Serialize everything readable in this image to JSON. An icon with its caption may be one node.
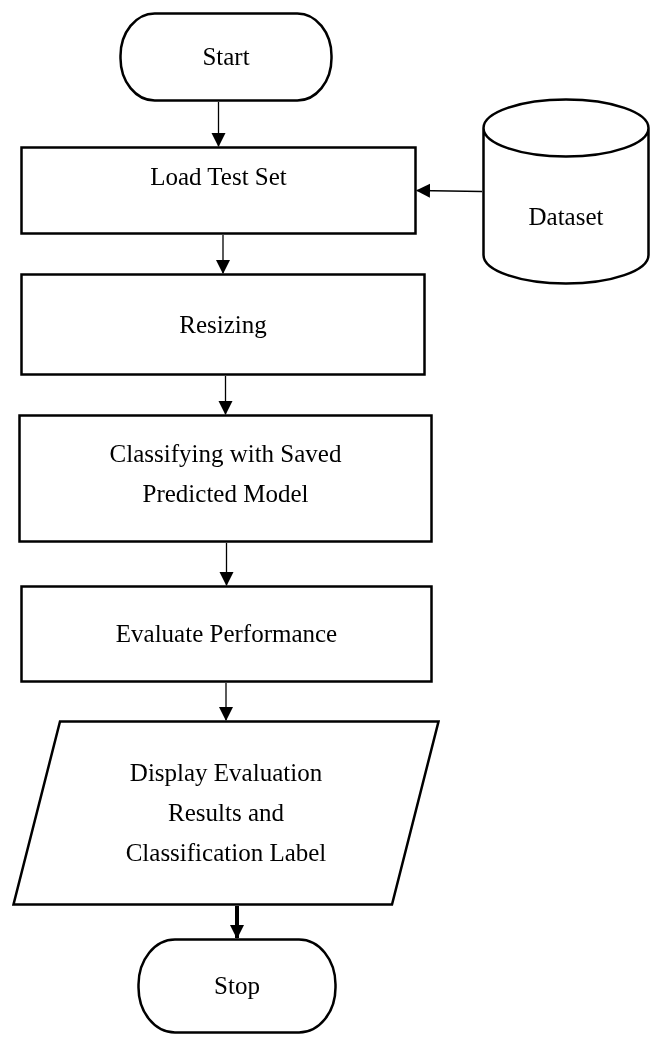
{
  "diagram": {
    "nodes": [
      {
        "text": [
          "Start"
        ]
      },
      {
        "text": [
          "Load Test Set"
        ]
      },
      {
        "text": [
          "Dataset"
        ]
      },
      {
        "text": [
          "Resizing"
        ]
      },
      {
        "text": [
          "Classifying with Saved Predicted Model"
        ]
      },
      {
        "text": [
          "Evaluate Performance"
        ]
      },
      {
        "text": [
          "Display Evaluation Results and Classification Label"
        ]
      },
      {
        "text": [
          "Stop"
        ]
      }
    ],
    "edges": [
      {
        "from": 0,
        "to": 1,
        "arrow": "to"
      },
      {
        "from": 2,
        "to": 1,
        "arrow": "to"
      },
      {
        "from": 1,
        "to": 3,
        "arrow": "to"
      },
      {
        "from": 3,
        "to": 4,
        "arrow": "to"
      },
      {
        "from": 4,
        "to": 5,
        "arrow": "to"
      },
      {
        "from": 5,
        "to": 6,
        "arrow": "to"
      },
      {
        "from": 6,
        "to": 7,
        "arrow": "to",
        "style": "thick"
      }
    ]
  }
}
